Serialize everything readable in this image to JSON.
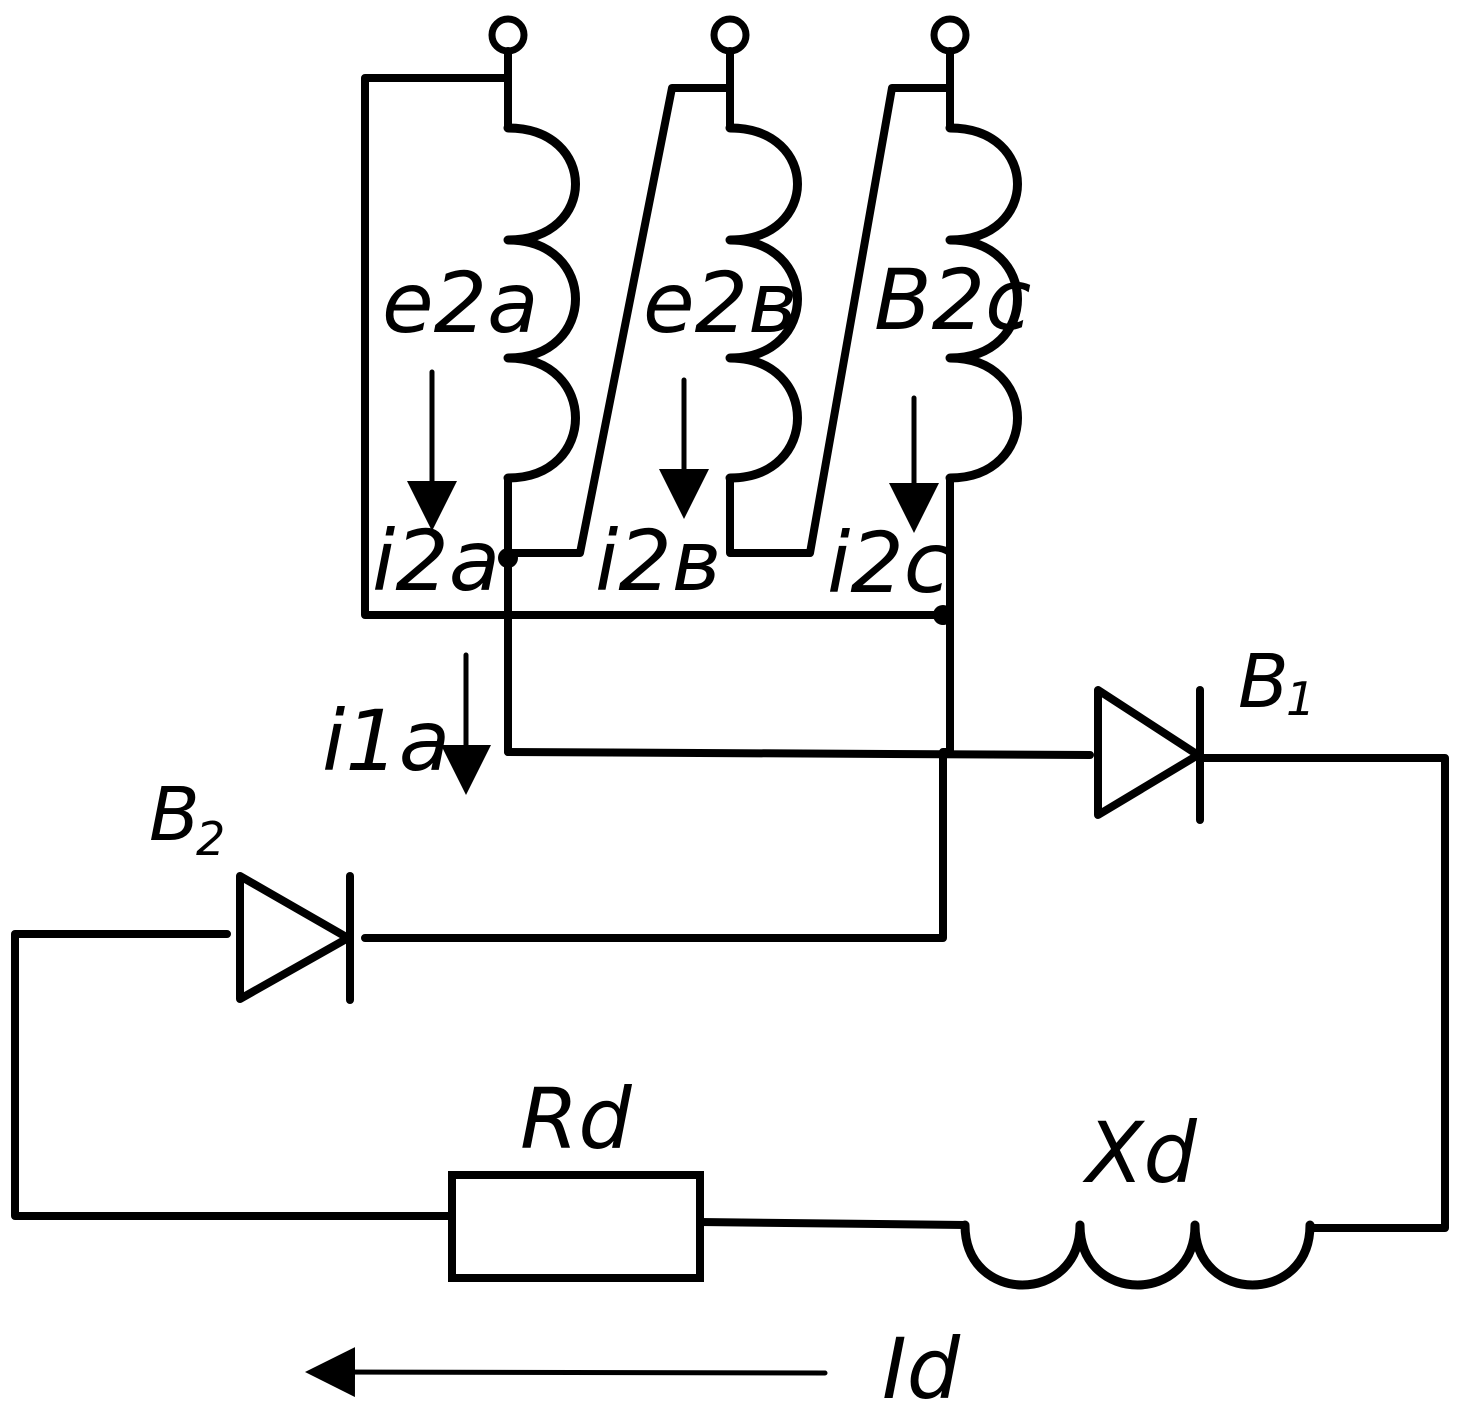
{
  "labels": {
    "e2a": "e2a",
    "e2b": "e2в",
    "e2c": "B2c",
    "i2a": "i2a",
    "i2b": "i2в",
    "i2c": "i2c",
    "i1a": "i1a",
    "b1_main": "B",
    "b1_sub": "1",
    "b2_main": "B",
    "b2_sub": "2",
    "rd": "Rd",
    "xd": "Xd",
    "id": "Id"
  }
}
